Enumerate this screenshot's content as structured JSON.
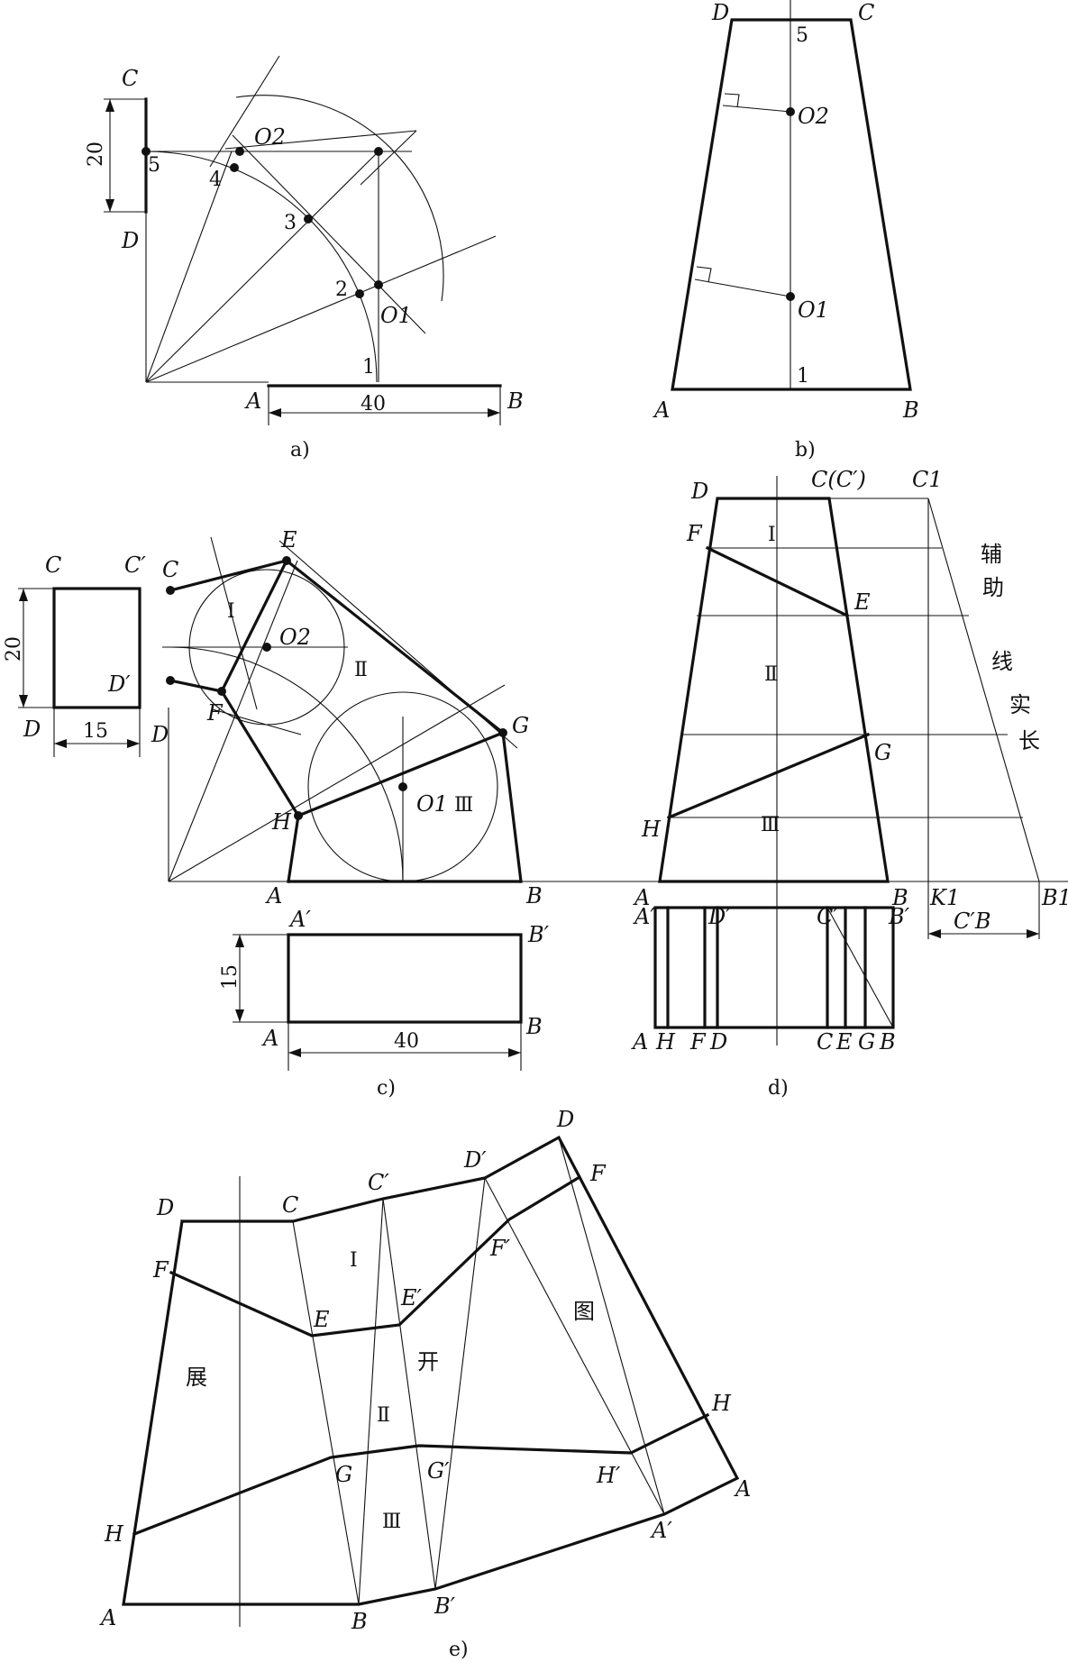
{
  "panels": {
    "a": {
      "caption": "a)",
      "points": [
        "C",
        "D",
        "A",
        "B",
        "O2",
        "O1",
        "1",
        "2",
        "3",
        "4",
        "5"
      ],
      "dims": {
        "height_CD": "20",
        "width_AB": "40"
      }
    },
    "b": {
      "caption": "b)",
      "points": [
        "D",
        "C",
        "A",
        "B",
        "O2",
        "O1",
        "5",
        "1"
      ]
    },
    "c": {
      "caption": "c)",
      "points": [
        "C",
        "C′",
        "D",
        "D′",
        "E",
        "F",
        "G",
        "H",
        "O2",
        "O1",
        "A",
        "B",
        "A′",
        "B′"
      ],
      "regions": [
        "Ⅰ",
        "Ⅱ",
        "Ⅲ"
      ],
      "dims": {
        "small_height": "20",
        "small_width": "15",
        "base_height": "15",
        "base_width": "40"
      }
    },
    "d": {
      "caption": "d)",
      "points": [
        "D",
        "C(C′)",
        "C1",
        "F",
        "E",
        "G",
        "H",
        "A",
        "B",
        "K1",
        "B1",
        "A′",
        "D′",
        "C′",
        "B′"
      ],
      "bottom_labels": [
        "A",
        "H",
        "F",
        "D",
        "C",
        "E",
        "G",
        "B"
      ],
      "regions": [
        "Ⅰ",
        "Ⅱ",
        "Ⅲ"
      ],
      "side_note": [
        "辅",
        "助",
        "线",
        "实",
        "长"
      ],
      "dim": "C′B"
    },
    "e": {
      "caption": "e)",
      "points": [
        "D",
        "C",
        "C′",
        "D′",
        "D",
        "F",
        "F",
        "E",
        "E′",
        "F′",
        "H",
        "G",
        "G′",
        "H′",
        "H",
        "A",
        "B",
        "B′",
        "A′",
        "A"
      ],
      "regions": [
        "Ⅰ",
        "Ⅱ",
        "Ⅲ"
      ],
      "title_chars": [
        "展",
        "开",
        "图"
      ]
    }
  }
}
